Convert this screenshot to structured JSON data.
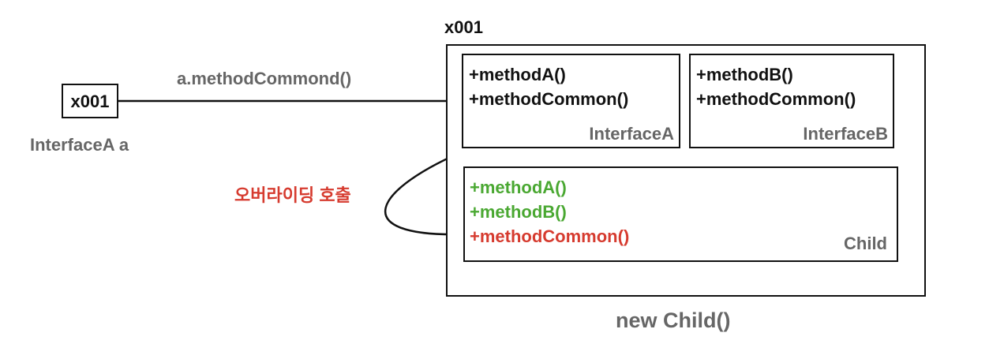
{
  "variable": {
    "ref_value": "x001",
    "declaration": "InterfaceA a"
  },
  "call": {
    "label": "a.methodCommond()"
  },
  "override": {
    "label": "오버라이딩 호출"
  },
  "instance": {
    "address": "x001",
    "creation": "new Child()",
    "interfaceA": {
      "name": "InterfaceA",
      "methods": [
        "+methodA()",
        "+methodCommon()"
      ]
    },
    "interfaceB": {
      "name": "InterfaceB",
      "methods": [
        "+methodB()",
        "+methodCommon()"
      ]
    },
    "child": {
      "name": "Child",
      "methods": [
        "+methodA()",
        "+methodB()",
        "+methodCommon()"
      ]
    }
  },
  "colors": {
    "line": "#111111",
    "label_gray": "#666666",
    "inherited_green": "#4aa832",
    "override_red": "#d63b2f"
  }
}
